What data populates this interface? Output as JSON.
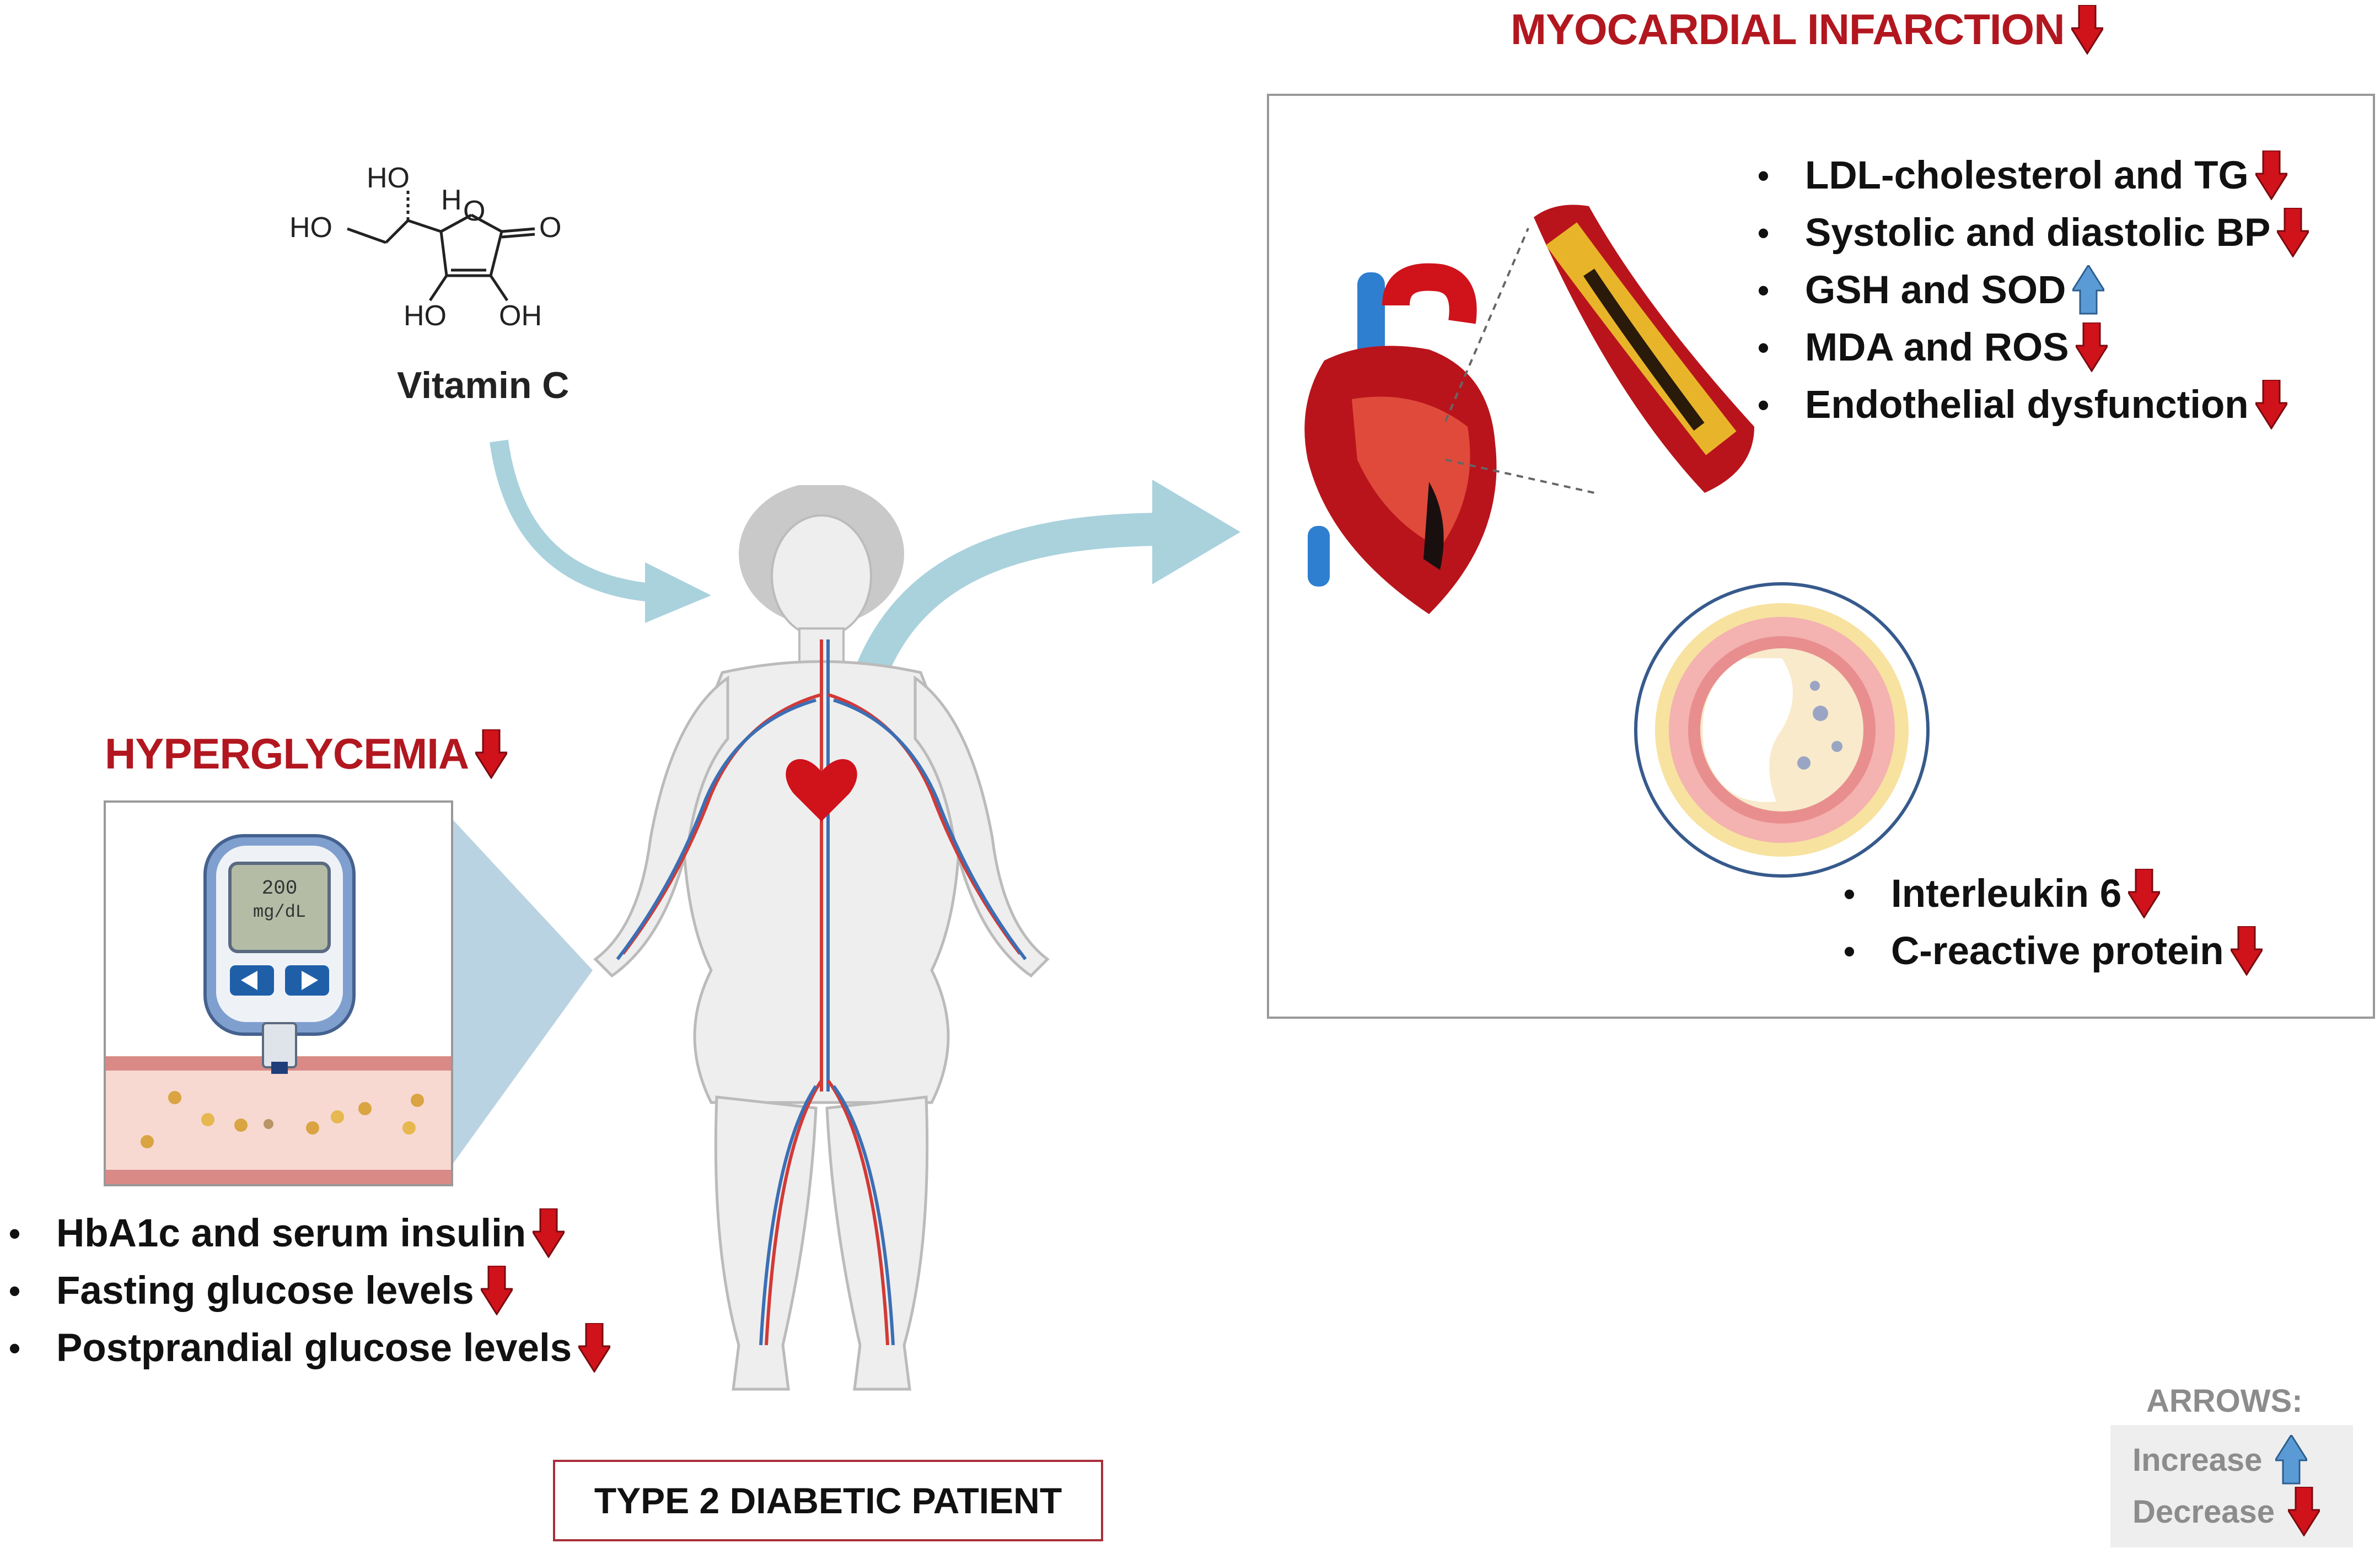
{
  "vitamin": {
    "name": "Vitamin C",
    "formula_labels": [
      "HO",
      "H",
      "O",
      "HO",
      "O",
      "HO",
      "OH"
    ]
  },
  "hyperglycemia": {
    "title": "HYPERGLYCEMIA",
    "meter_reading": "200",
    "meter_unit": "mg/dL",
    "items": [
      {
        "label": "HbA1c and serum insulin",
        "direction": "decrease"
      },
      {
        "label": "Fasting glucose levels",
        "direction": "decrease"
      },
      {
        "label": "Postprandial glucose levels",
        "direction": "decrease"
      }
    ]
  },
  "patient": {
    "label": "TYPE 2 DIABETIC PATIENT"
  },
  "myocardial": {
    "title": "MYOCARDIAL INFARCTION",
    "items": [
      {
        "label": "LDL-cholesterol and TG",
        "direction": "decrease"
      },
      {
        "label": "Systolic and diastolic BP",
        "direction": "decrease"
      },
      {
        "label": "GSH and SOD",
        "direction": "increase"
      },
      {
        "label": "MDA and ROS",
        "direction": "decrease"
      },
      {
        "label": "Endothelial dysfunction",
        "direction": "decrease"
      }
    ],
    "inflammation_items": [
      {
        "label": "Interleukin 6",
        "direction": "decrease"
      },
      {
        "label": "C-reactive protein",
        "direction": "decrease"
      }
    ]
  },
  "legend": {
    "title": "ARROWS:",
    "increase_label": "Increase",
    "decrease_label": "Decrease"
  },
  "colors": {
    "decrease": "#d0121b",
    "increase": "#5b9bd5",
    "title_red": "#b2171f",
    "flow_arrow": "#a9d2dd"
  }
}
